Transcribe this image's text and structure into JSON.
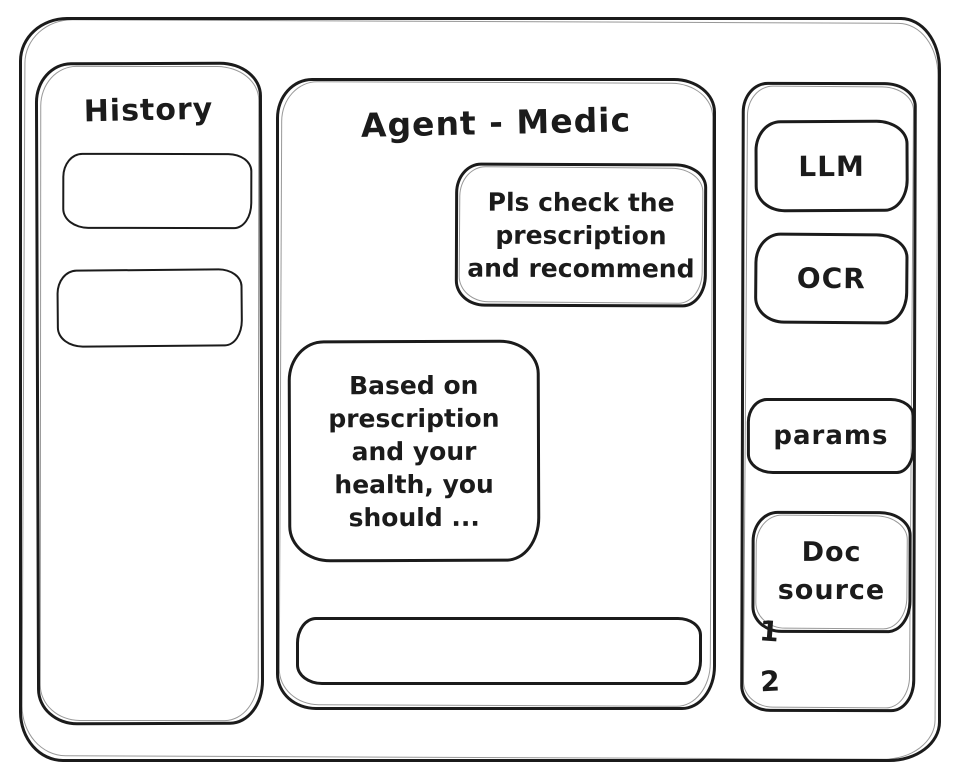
{
  "app": {
    "title": "Agent - Medic"
  },
  "colors": {
    "stroke": "#1b1b1b",
    "background": "#ffffff"
  },
  "history": {
    "title": "History",
    "items": [
      {
        "label": ""
      },
      {
        "label": ""
      }
    ]
  },
  "chat": {
    "messages": [
      {
        "role": "user",
        "text": "Pls check the prescription and recommend",
        "lines": [
          "Pls check the",
          "prescription",
          "and recommend"
        ]
      },
      {
        "role": "assistant",
        "text": "Based on prescription and your health, you should ...",
        "lines": [
          "Based on",
          "prescription",
          "and your",
          "health, you",
          "should ..."
        ]
      }
    ],
    "input": {
      "value": ""
    }
  },
  "tools": {
    "llm_label": "LLM",
    "ocr_label": "OCR",
    "params_label": "params",
    "doc_source_label": "Doc source",
    "doc_source_items": [
      "1",
      "2"
    ]
  }
}
